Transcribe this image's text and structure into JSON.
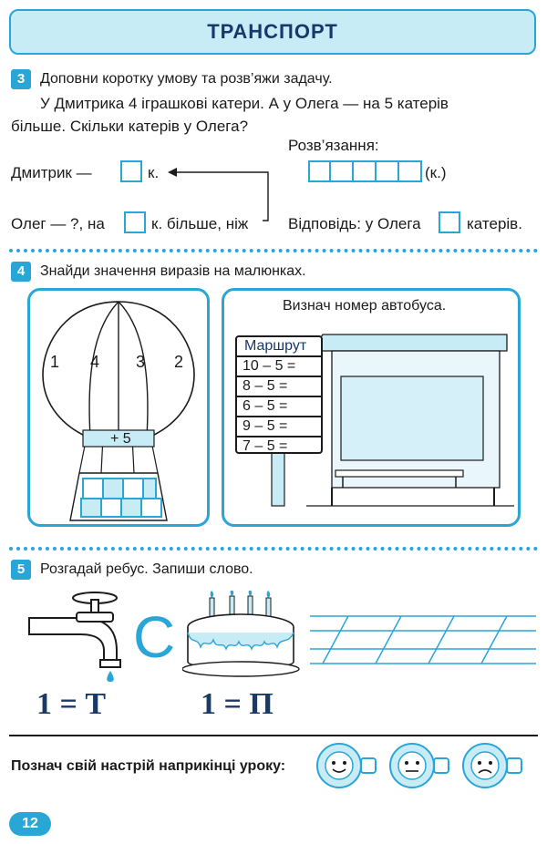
{
  "header": {
    "title": "ТРАНСПОРТ"
  },
  "task3": {
    "number": "3",
    "instruction": "Доповни коротку умову та розв’яжи задачу.",
    "problem_line1": "У Дмитрика 4 іграшкові катери. А у Олега — на 5 катерів",
    "problem_line2": "більше. Скільки катерів у Олега?",
    "solution_label": "Розв’язання:",
    "dmytryk_label": "Дмитрик —",
    "dmytryk_unit": "к.",
    "oleh_label": "Олег — ?, на",
    "oleh_unit": "к. більше, ніж",
    "solution_unit": "(к.)",
    "answer_prefix": "Відповідь: у Олега",
    "answer_suffix": "катерів."
  },
  "task4": {
    "number": "4",
    "instruction": "Знайди значення виразів на малюнках.",
    "balloon_numbers": [
      "1",
      "4",
      "3",
      "2"
    ],
    "balloon_op": "+ 5",
    "bus_instruction": "Визнач номер автобуса.",
    "route_title": "Маршрут",
    "route_rows": [
      "10 – 5 =",
      "8 – 5 =",
      "6 – 5 =",
      "9 – 5 =",
      "7 – 5 ="
    ]
  },
  "task5": {
    "number": "5",
    "instruction": "Розгадай ребус. Запиши слово.",
    "letter": "С",
    "eq1": "1 = Т",
    "eq2": "1 = П"
  },
  "mood": {
    "prompt": "Познач свій настрій наприкінці уроку:"
  },
  "footer": {
    "page": "12"
  },
  "colors": {
    "accent": "#2aa6d6",
    "light": "#c7ecf6",
    "title": "#16396b"
  }
}
